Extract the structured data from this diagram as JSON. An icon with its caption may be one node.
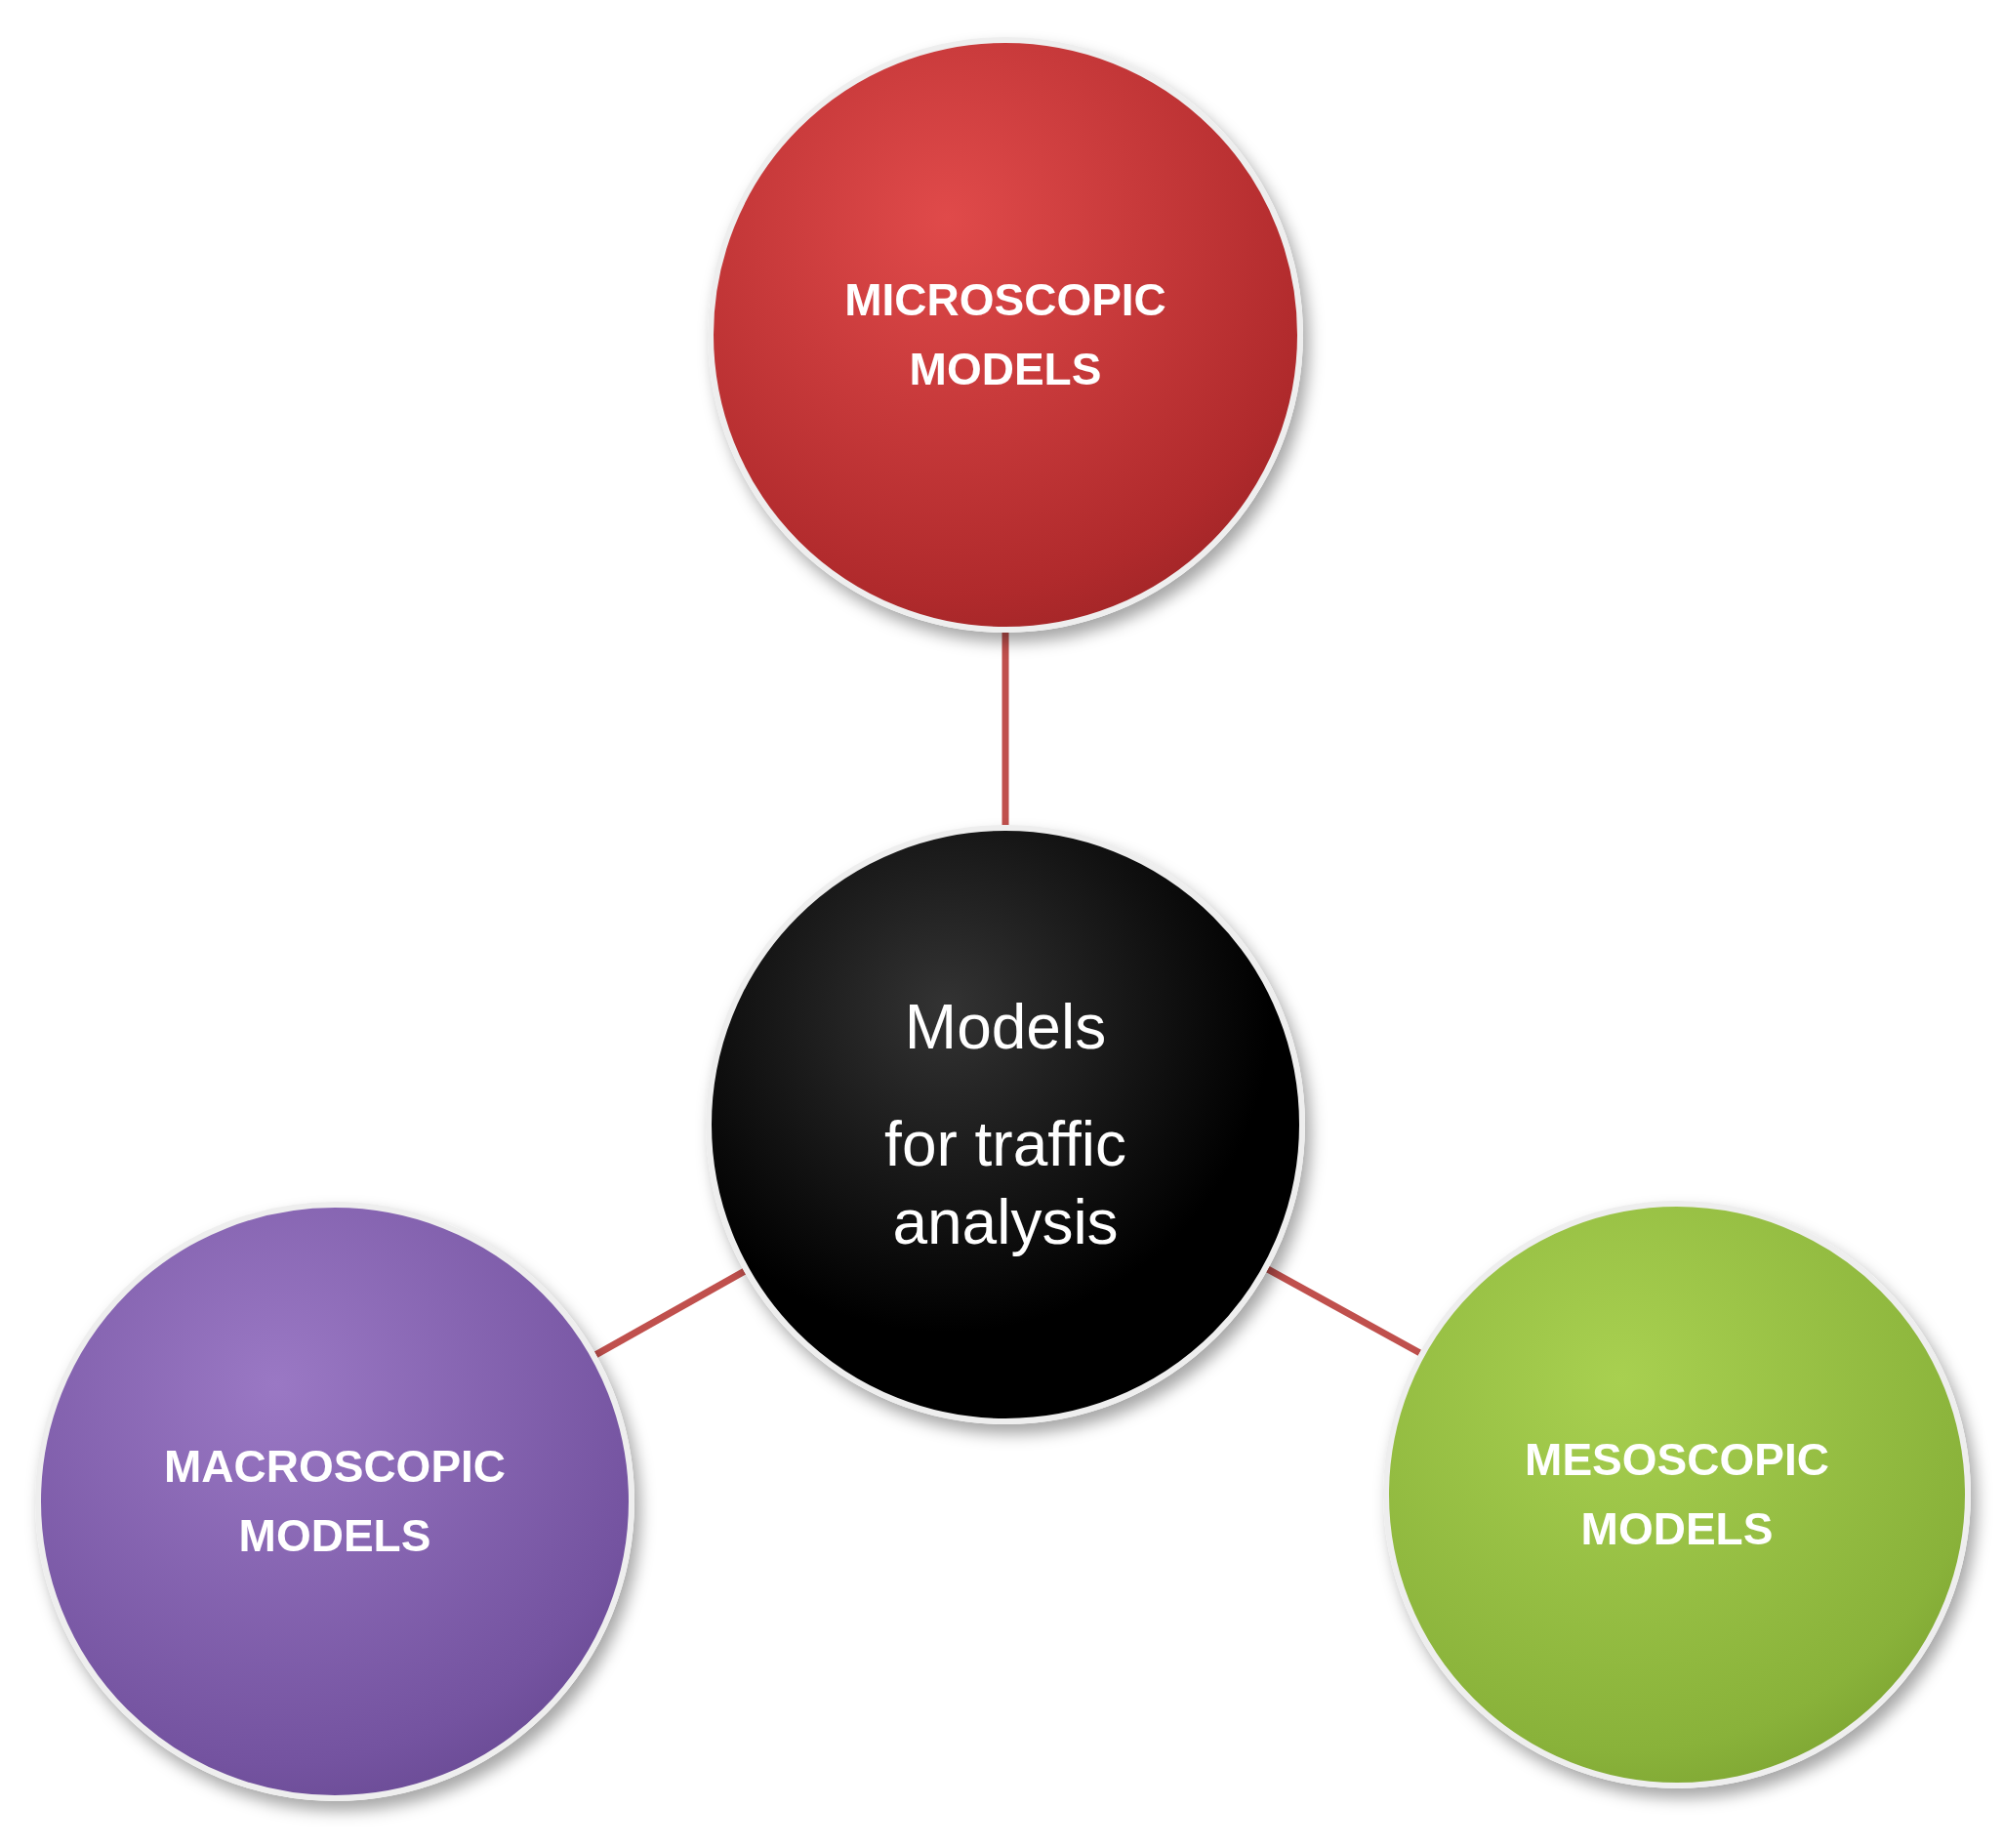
{
  "diagram": {
    "nodes": [
      {
        "text": [
          "MICROSCOPIC MODELS"
        ]
      },
      {
        "text": [
          "Models",
          "for traffic analysis"
        ]
      },
      {
        "text": [
          "MACROSCOPIC MODELS"
        ]
      },
      {
        "text": [
          "MESOSCOPIC MODELS"
        ]
      }
    ],
    "edges": [
      {
        "from": 1,
        "to": 0,
        "arrow": "none"
      },
      {
        "from": 1,
        "to": 2,
        "arrow": "none"
      },
      {
        "from": 1,
        "to": 3,
        "arrow": "none"
      }
    ]
  }
}
